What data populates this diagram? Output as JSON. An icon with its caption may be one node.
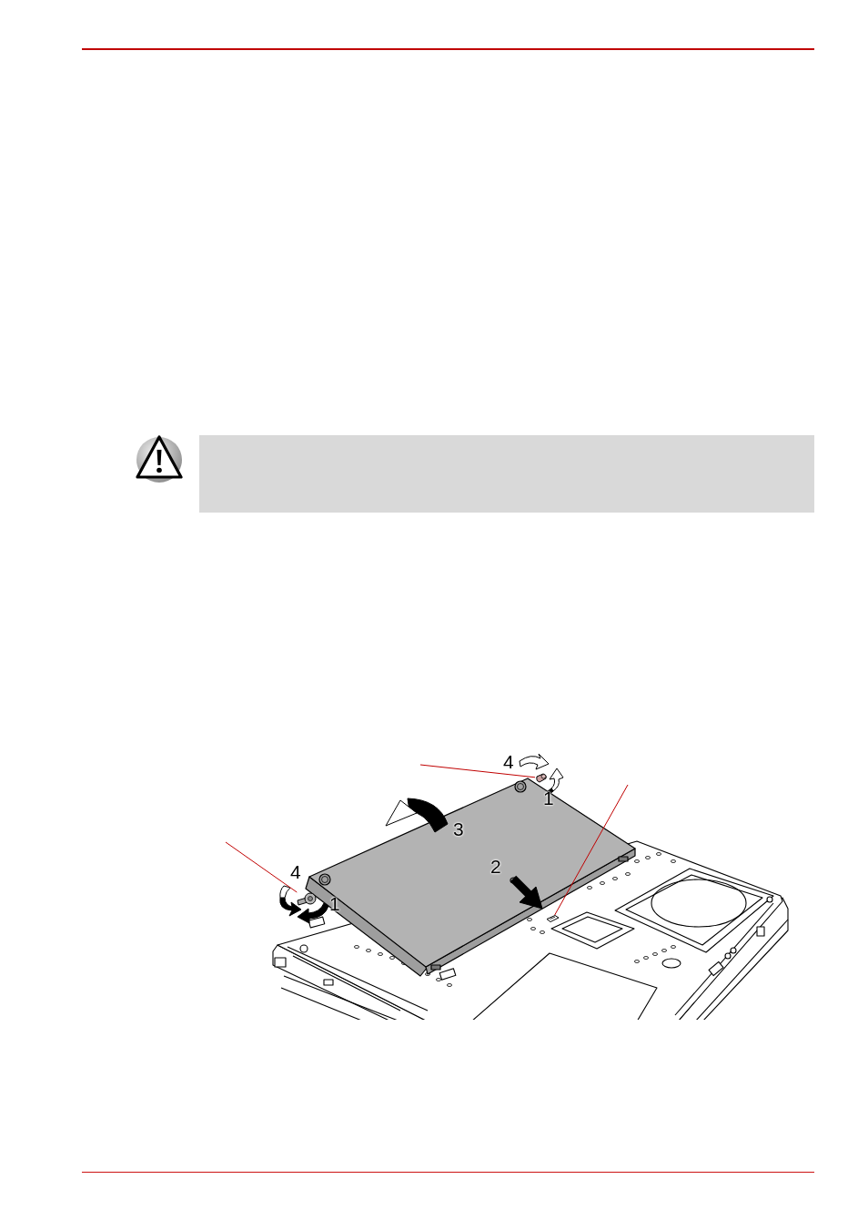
{
  "diagram": {
    "nodes": [
      {
        "text": [],
        "shape": "box"
      },
      {
        "text": [],
        "shape": "picture"
      },
      {
        "text": [],
        "shape": "picture"
      },
      {
        "text": [],
        "shape": "picture"
      }
    ],
    "edges": [
      {
        "from": null,
        "to": 1,
        "arrow": "none"
      },
      {
        "from": null,
        "to": 2,
        "arrow": "none"
      },
      {
        "from": null,
        "to": 3,
        "arrow": "none"
      }
    ],
    "labels": [
      "4",
      "1",
      "3",
      "2",
      "4",
      "1"
    ]
  }
}
